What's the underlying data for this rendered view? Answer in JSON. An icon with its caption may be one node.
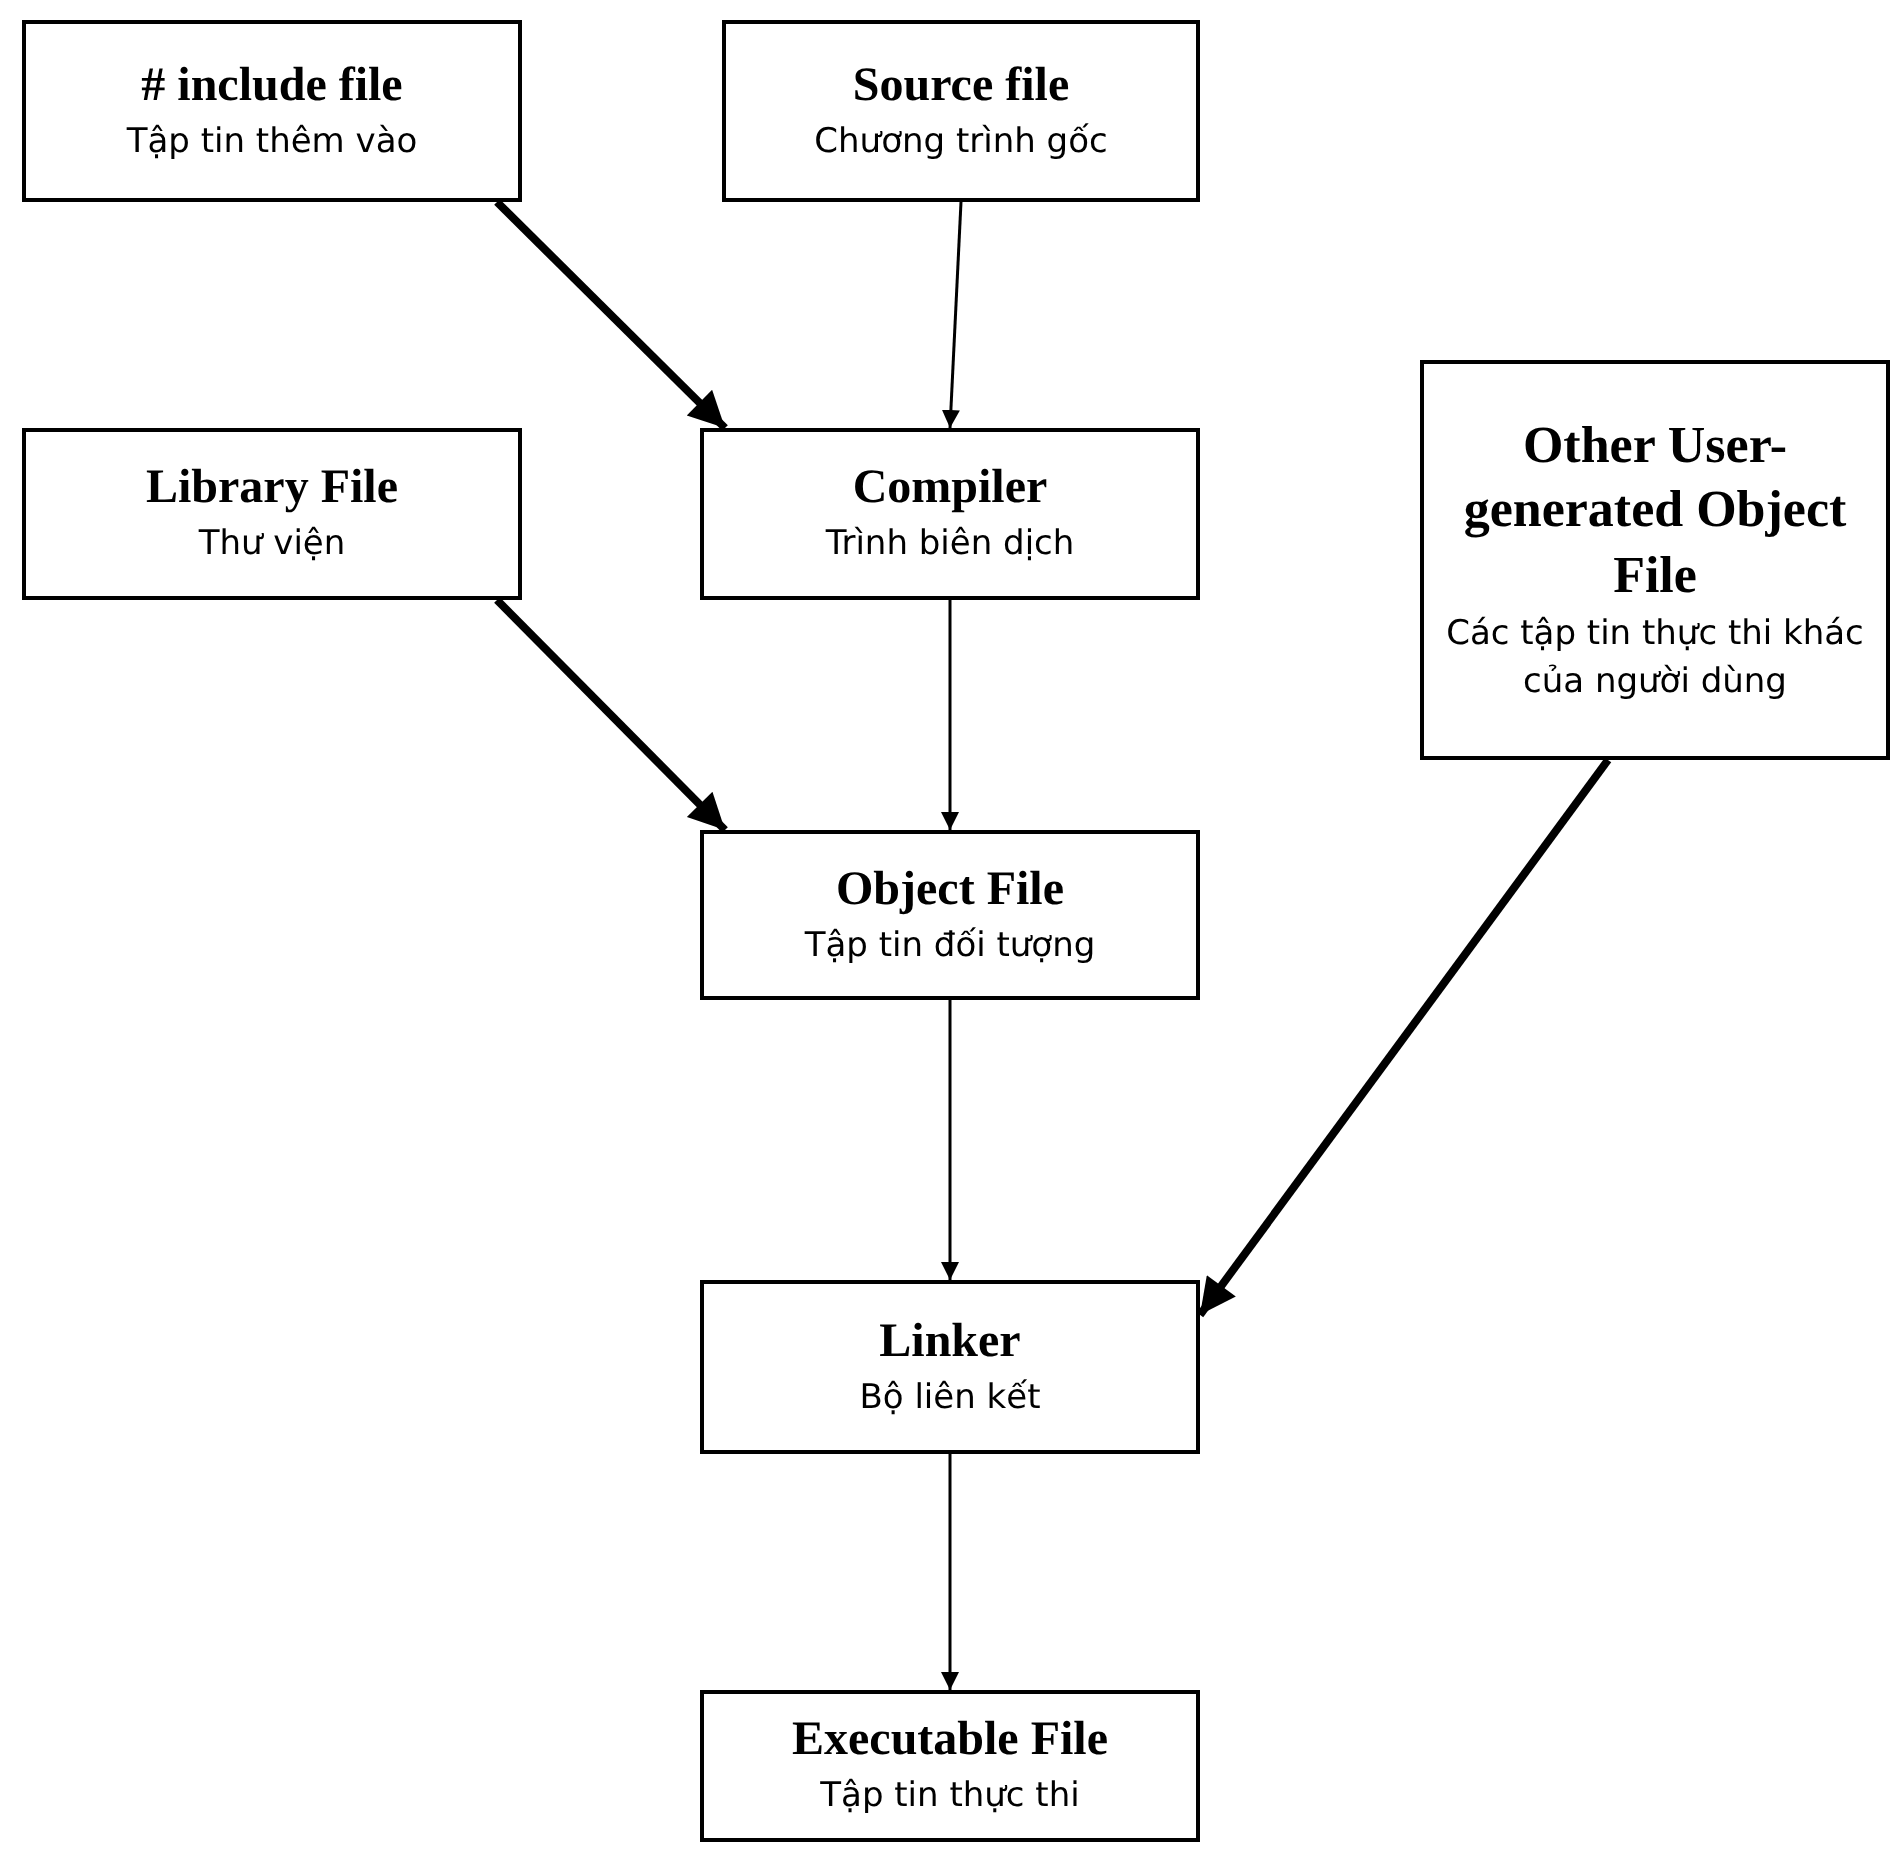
{
  "diagram": {
    "nodes": [
      {
        "text": [
          "# include file",
          "Tập tin thêm vào"
        ]
      },
      {
        "text": [
          "Source file",
          "Chương trình gốc"
        ]
      },
      {
        "text": [
          "Library File",
          "Thư viện"
        ]
      },
      {
        "text": [
          "Compiler",
          "Trình biên dịch"
        ]
      },
      {
        "text": [
          "Other User-generated Object File",
          "Các tập tin thực thi khác của người dùng"
        ]
      },
      {
        "text": [
          "Object File",
          "Tập tin đối tượng"
        ]
      },
      {
        "text": [
          "Linker",
          "Bộ liên kết"
        ]
      },
      {
        "text": [
          "Executable File",
          "Tập tin thực thi"
        ]
      }
    ],
    "edges": [
      {
        "from": 0,
        "to": 3,
        "arrow": "to",
        "style": "thick"
      },
      {
        "from": 1,
        "to": 3,
        "arrow": "to"
      },
      {
        "from": 2,
        "to": 5,
        "arrow": "to",
        "style": "thick"
      },
      {
        "from": 3,
        "to": 5,
        "arrow": "to"
      },
      {
        "from": 4,
        "to": 6,
        "arrow": "to",
        "style": "thick"
      },
      {
        "from": 5,
        "to": 6,
        "arrow": "to"
      },
      {
        "from": 6,
        "to": 7,
        "arrow": "to"
      }
    ]
  }
}
